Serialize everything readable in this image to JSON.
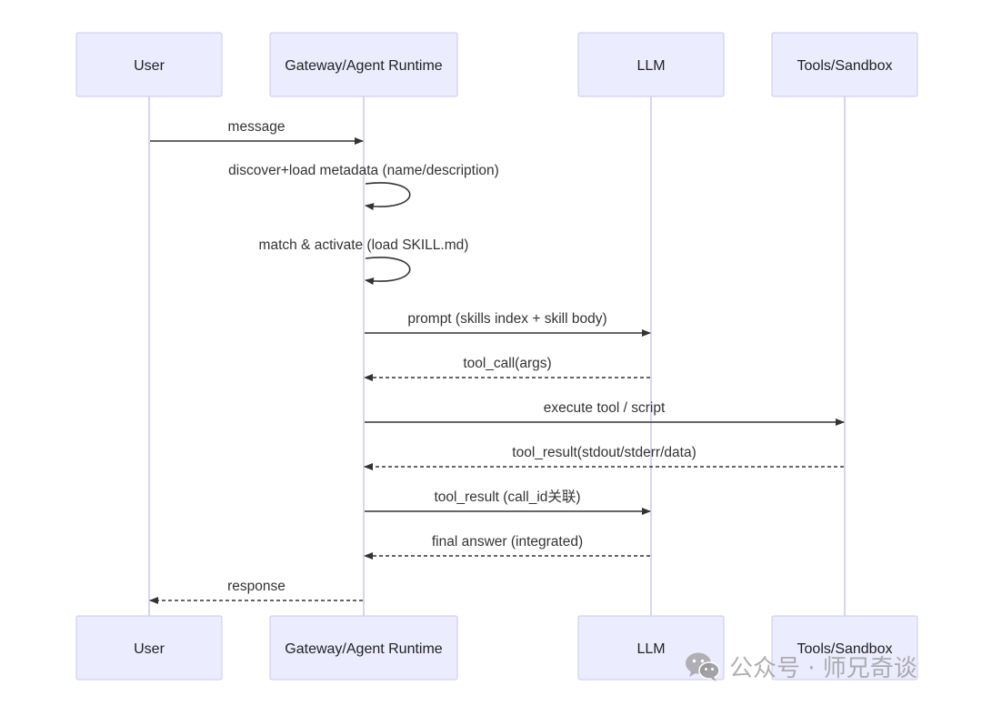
{
  "actors": [
    {
      "id": "user",
      "label": "User"
    },
    {
      "id": "gateway",
      "label": "Gateway/Agent Runtime"
    },
    {
      "id": "llm",
      "label": "LLM"
    },
    {
      "id": "tools",
      "label": "Tools/Sandbox"
    }
  ],
  "messages": [
    {
      "from": "user",
      "to": "gateway",
      "label": "message",
      "style": "solid"
    },
    {
      "from": "gateway",
      "to": "gateway",
      "label": "discover+load metadata (name/description)",
      "style": "self"
    },
    {
      "from": "gateway",
      "to": "gateway",
      "label": "match & activate (load SKILL.md)",
      "style": "self"
    },
    {
      "from": "gateway",
      "to": "llm",
      "label": "prompt (skills index + skill body)",
      "style": "solid"
    },
    {
      "from": "llm",
      "to": "gateway",
      "label": "tool_call(args)",
      "style": "dashed"
    },
    {
      "from": "gateway",
      "to": "tools",
      "label": "execute tool / script",
      "style": "solid"
    },
    {
      "from": "tools",
      "to": "gateway",
      "label": "tool_result(stdout/stderr/data)",
      "style": "dashed"
    },
    {
      "from": "gateway",
      "to": "llm",
      "label": "tool_result (call_id关联)",
      "style": "solid"
    },
    {
      "from": "llm",
      "to": "gateway",
      "label": "final answer (integrated)",
      "style": "dashed"
    },
    {
      "from": "gateway",
      "to": "user",
      "label": "response",
      "style": "dashed"
    }
  ],
  "watermark": {
    "text": "公众号 · 师兄奇谈",
    "icon": "wechat-icon"
  },
  "colors": {
    "actor_fill": "#ECECFF",
    "actor_stroke": "#C8C8F0",
    "lifeline": "#C9C9EE",
    "message": "#333333"
  }
}
